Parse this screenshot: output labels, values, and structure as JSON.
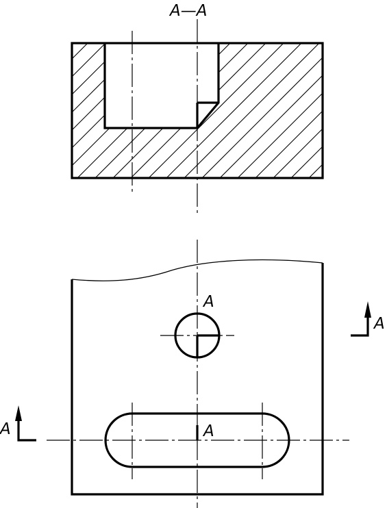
{
  "section_view": {
    "title": "A—A"
  },
  "plan_view": {
    "hole_label": "A",
    "slot_label": "A",
    "right_arrow_label": "A",
    "left_arrow_label": "A"
  }
}
